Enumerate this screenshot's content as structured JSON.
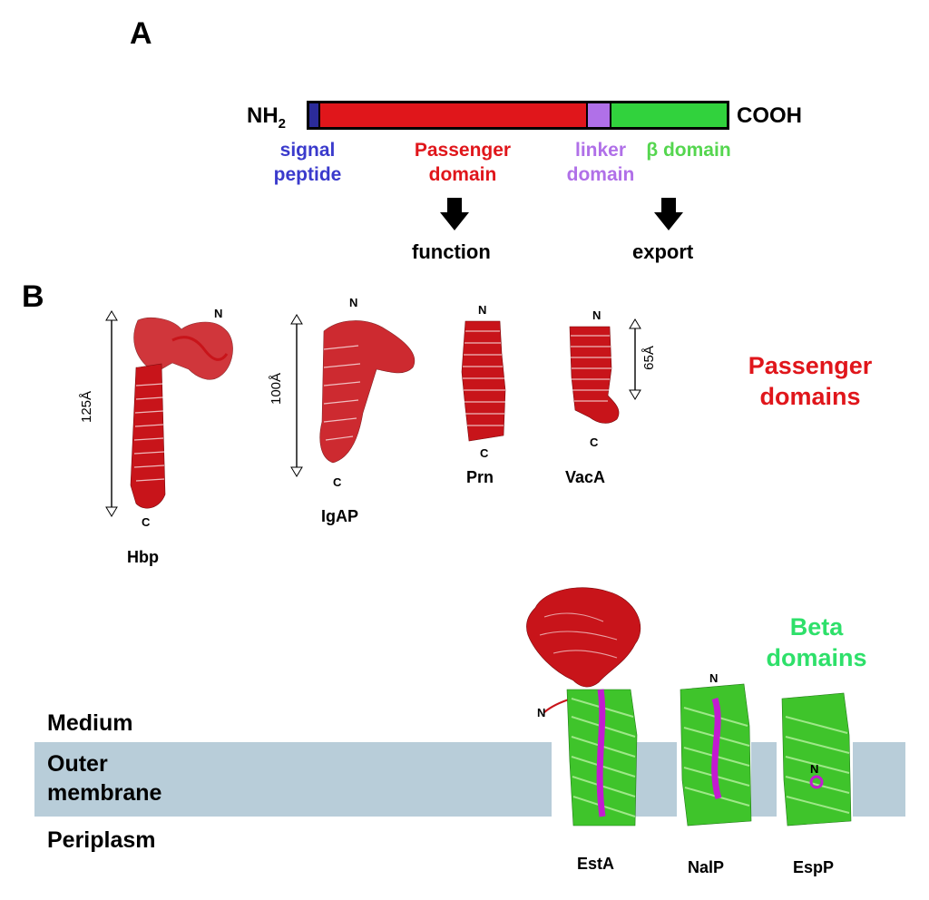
{
  "panel_a": {
    "letter": "A",
    "nh2": "NH",
    "nh2_sub": "2",
    "cooh": "COOH",
    "segments": [
      {
        "name": "signal",
        "color": "#2b2b9a",
        "fraction": 0.022
      },
      {
        "name": "passenger",
        "color": "#e0161b",
        "fraction": 0.64
      },
      {
        "name": "linker",
        "color": "#b070e8",
        "fraction": 0.058
      },
      {
        "name": "beta",
        "color": "#31d23d",
        "fraction": 0.28
      }
    ],
    "signal_label": [
      "signal",
      "peptide"
    ],
    "passenger_label": [
      "Passenger",
      "domain"
    ],
    "linker_label": [
      "linker",
      "domain"
    ],
    "beta_label": "β domain",
    "function_label": "function",
    "export_label": "export",
    "colors": {
      "signal": "#3a3acc",
      "passenger": "#e0161b",
      "linker": "#b070e8",
      "beta": "#55d64f"
    }
  },
  "panel_b": {
    "letter": "B",
    "passenger_title": [
      "Passenger",
      "domains"
    ],
    "beta_title": [
      "Beta",
      "domains"
    ],
    "structures": {
      "hbp": {
        "name": "Hbp",
        "measure": "125Å",
        "n": "N",
        "c": "C"
      },
      "igap": {
        "name": "IgAP",
        "measure": "100Å",
        "n": "N",
        "c": "C"
      },
      "prn": {
        "name": "Prn",
        "n": "N",
        "c": "C"
      },
      "vaca": {
        "name": "VacA",
        "measure": "65Å",
        "n": "N",
        "c": "C"
      },
      "esta": {
        "name": "EstA",
        "n": "N"
      },
      "nalp": {
        "name": "NalP",
        "n": "N"
      },
      "espp": {
        "name": "EspP",
        "n": "N"
      }
    },
    "membrane": {
      "medium": "Medium",
      "outer": [
        "Outer",
        "membrane"
      ],
      "periplasm": "Periplasm",
      "color": "#b8cdd9"
    },
    "colors": {
      "passenger_title": "#e0161b",
      "beta_title": "#2ee06a",
      "protein_red": "#c8141a",
      "protein_green": "#3fc42b",
      "helix_magenta": "#c21bd0"
    }
  }
}
